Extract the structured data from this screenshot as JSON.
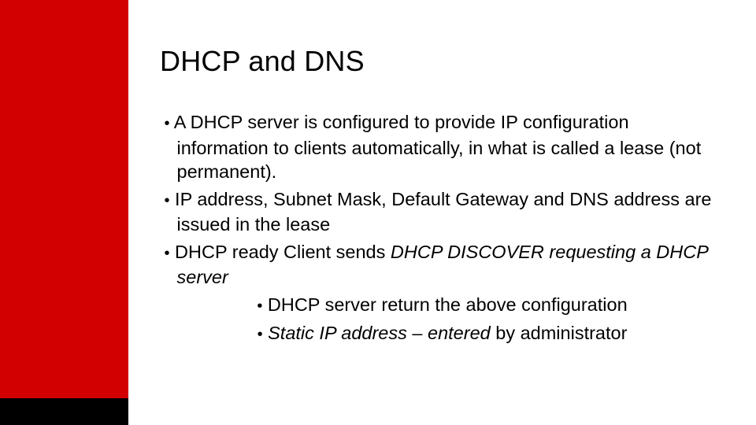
{
  "slide": {
    "title": "DHCP and DNS",
    "background_color": "#FFFFFF",
    "accent_color": "#D20000",
    "footer_color": "#000000",
    "text_color": "#000000",
    "bullet_marker": "•"
  },
  "bullets": [
    {
      "marker": "•",
      "segments": [
        {
          "text": "A DHCP server is configured to provide IP configuration information to clients automatically, in what is called a lease (not permanent).",
          "style": "normal"
        }
      ]
    },
    {
      "marker": "•",
      "segments": [
        {
          "text": "IP address, Subnet Mask, Default Gateway and DNS address are issued in the lease",
          "style": "normal"
        }
      ]
    },
    {
      "marker": "•",
      "segments": [
        {
          "text": "DHCP ready Client sends ",
          "style": "normal"
        },
        {
          "text": "DHCP DISCOVER requesting a DHCP server",
          "style": "italic"
        }
      ]
    },
    {
      "marker": "•",
      "segments": [
        {
          "text": "DHCP server return the above configuration",
          "style": "normal"
        }
      ]
    },
    {
      "marker": "•",
      "segments": [
        {
          "text": "Static IP address – entered",
          "style": "italic"
        },
        {
          "text": " by administrator",
          "style": "normal"
        }
      ]
    }
  ]
}
